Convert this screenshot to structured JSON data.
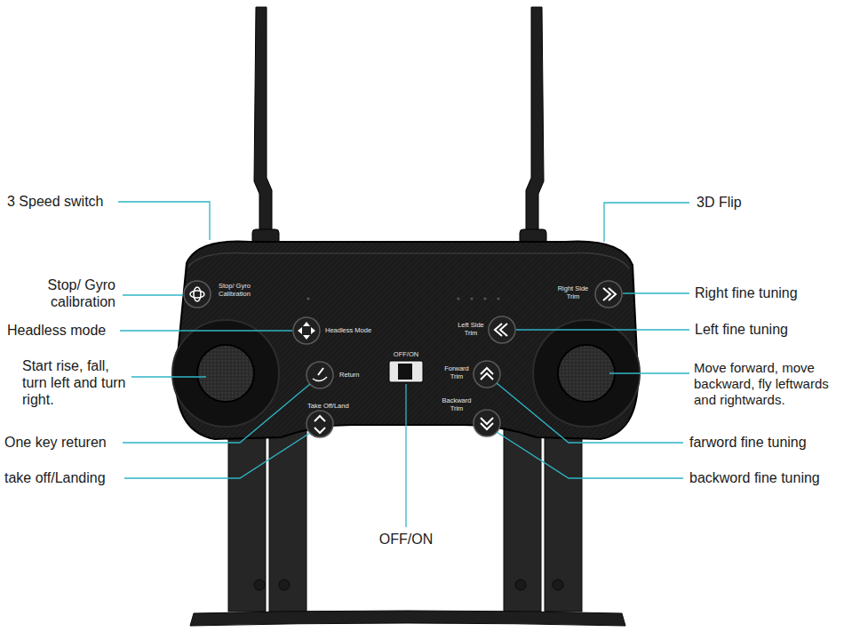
{
  "diagram": {
    "labels": [
      "3 Speed switch",
      "Stop/ Gyro calibration",
      "Headless mode",
      "Start rise, fall, turn left and turn right.",
      "One key returen",
      "take off/Landing",
      "3D Flip",
      "Right fine tuning",
      "Left fine tuning",
      "Move forward, move backward, fly leftwards and rightwards.",
      "farword fine tuning",
      "backword fine tuning",
      "OFF/ON",
      "Stop/ Gyro Calibration",
      "Headless Mode",
      "Return",
      "Take Off/Land",
      "OFF/ON",
      "Left Side Trim",
      "Right Side Trim",
      "Forward Trim",
      "Backward Trim"
    ]
  }
}
